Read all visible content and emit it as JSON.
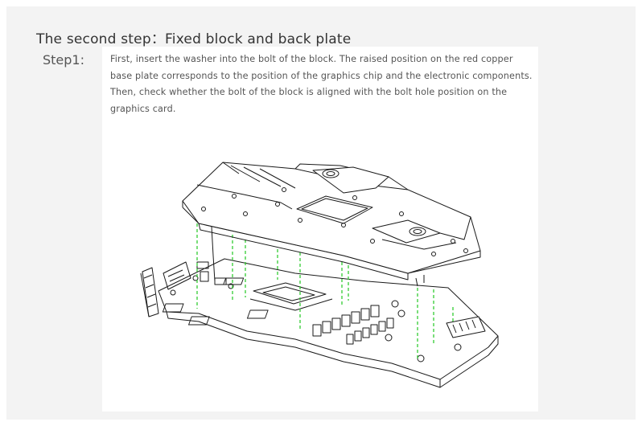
{
  "section": {
    "heading": "The second step：Fixed block and back plate"
  },
  "step": {
    "label": "Step1:",
    "description": "First, insert the washer into the bolt of the block. The raised position on the red copper base plate corresponds to the position of the graphics chip and the electronic components. Then, check whether the bolt of the block is aligned with the bolt hole position on the graphics card."
  },
  "colors": {
    "panel_background": "#f3f3f3",
    "card_background": "#ffffff",
    "line_art": "#1a1a1a",
    "alignment_guides": "#33cc33"
  },
  "illustration": {
    "subject": "exploded-view-water-block-over-graphics-card",
    "icon": "line-drawing"
  }
}
